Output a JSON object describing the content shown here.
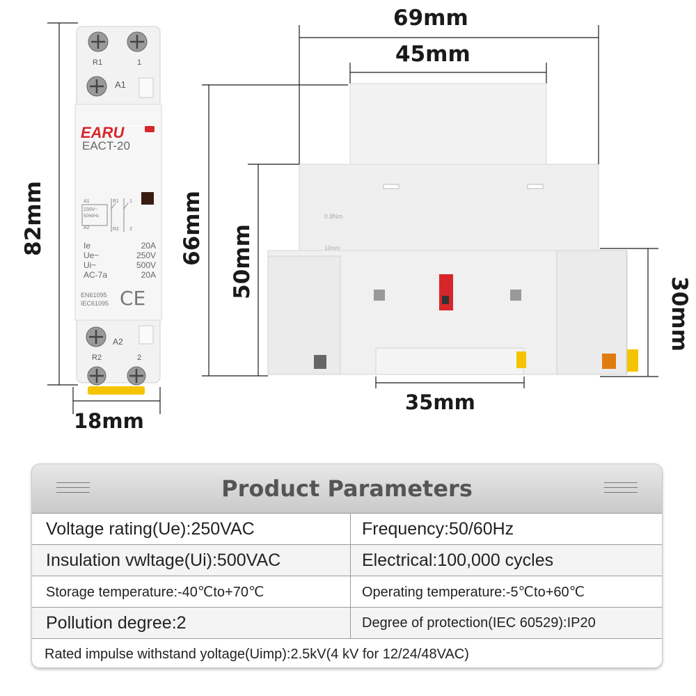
{
  "dimensions": {
    "width_total": "69mm",
    "width_top": "45mm",
    "height_front": "82mm",
    "height_side": "66mm",
    "height_body": "50mm",
    "height_rail": "30mm",
    "width_front": "18mm",
    "rail_width": "35mm"
  },
  "device": {
    "brand": "EARU",
    "model": "EACT-20",
    "terminal_r1": "R1",
    "terminal_1": "1",
    "terminal_a1": "A1",
    "terminal_a2": "A2",
    "terminal_r2": "R2",
    "terminal_2": "2",
    "schematic_a1": "A1",
    "schematic_a2": "A2",
    "schematic_r1": "R1",
    "schematic_r2": "R2",
    "schematic_1": "1",
    "schematic_2": "2",
    "schematic_voltage": "230V~",
    "schematic_freq": "50/60Hz",
    "spec_labels": [
      "Ie",
      "Ue~",
      "Ui~",
      "AC-7a"
    ],
    "spec_values": [
      "20A",
      "250V",
      "500V",
      "20A"
    ],
    "standard_1": "EN61095",
    "standard_2": "IEC61095",
    "ce_mark": "CE",
    "torque": "0.8Nm",
    "strip_length": "10mm"
  },
  "colors": {
    "brand_red": "#d7262a",
    "housing": "#eeeeee",
    "clip_yellow": "#f5c400"
  },
  "panel": {
    "title": "Product Parameters",
    "rows": [
      {
        "left": "Voltage rating(Ue):250VAC",
        "right": "Frequency:50/60Hz"
      },
      {
        "left": "Insulation vwltage(Ui):500VAC",
        "right": "Electrical:100,000 cycles"
      },
      {
        "left": "Storage temperature:-40℃to+70℃",
        "right": "Operating temperature:-5℃to+60℃"
      },
      {
        "left": "Pollution degree:2",
        "right": "Degree of protection(IEC 60529):IP20"
      }
    ],
    "full_row": "Rated impulse withstand yoltage(Uimp):2.5kV(4 kV for 12/24/48VAC)"
  }
}
